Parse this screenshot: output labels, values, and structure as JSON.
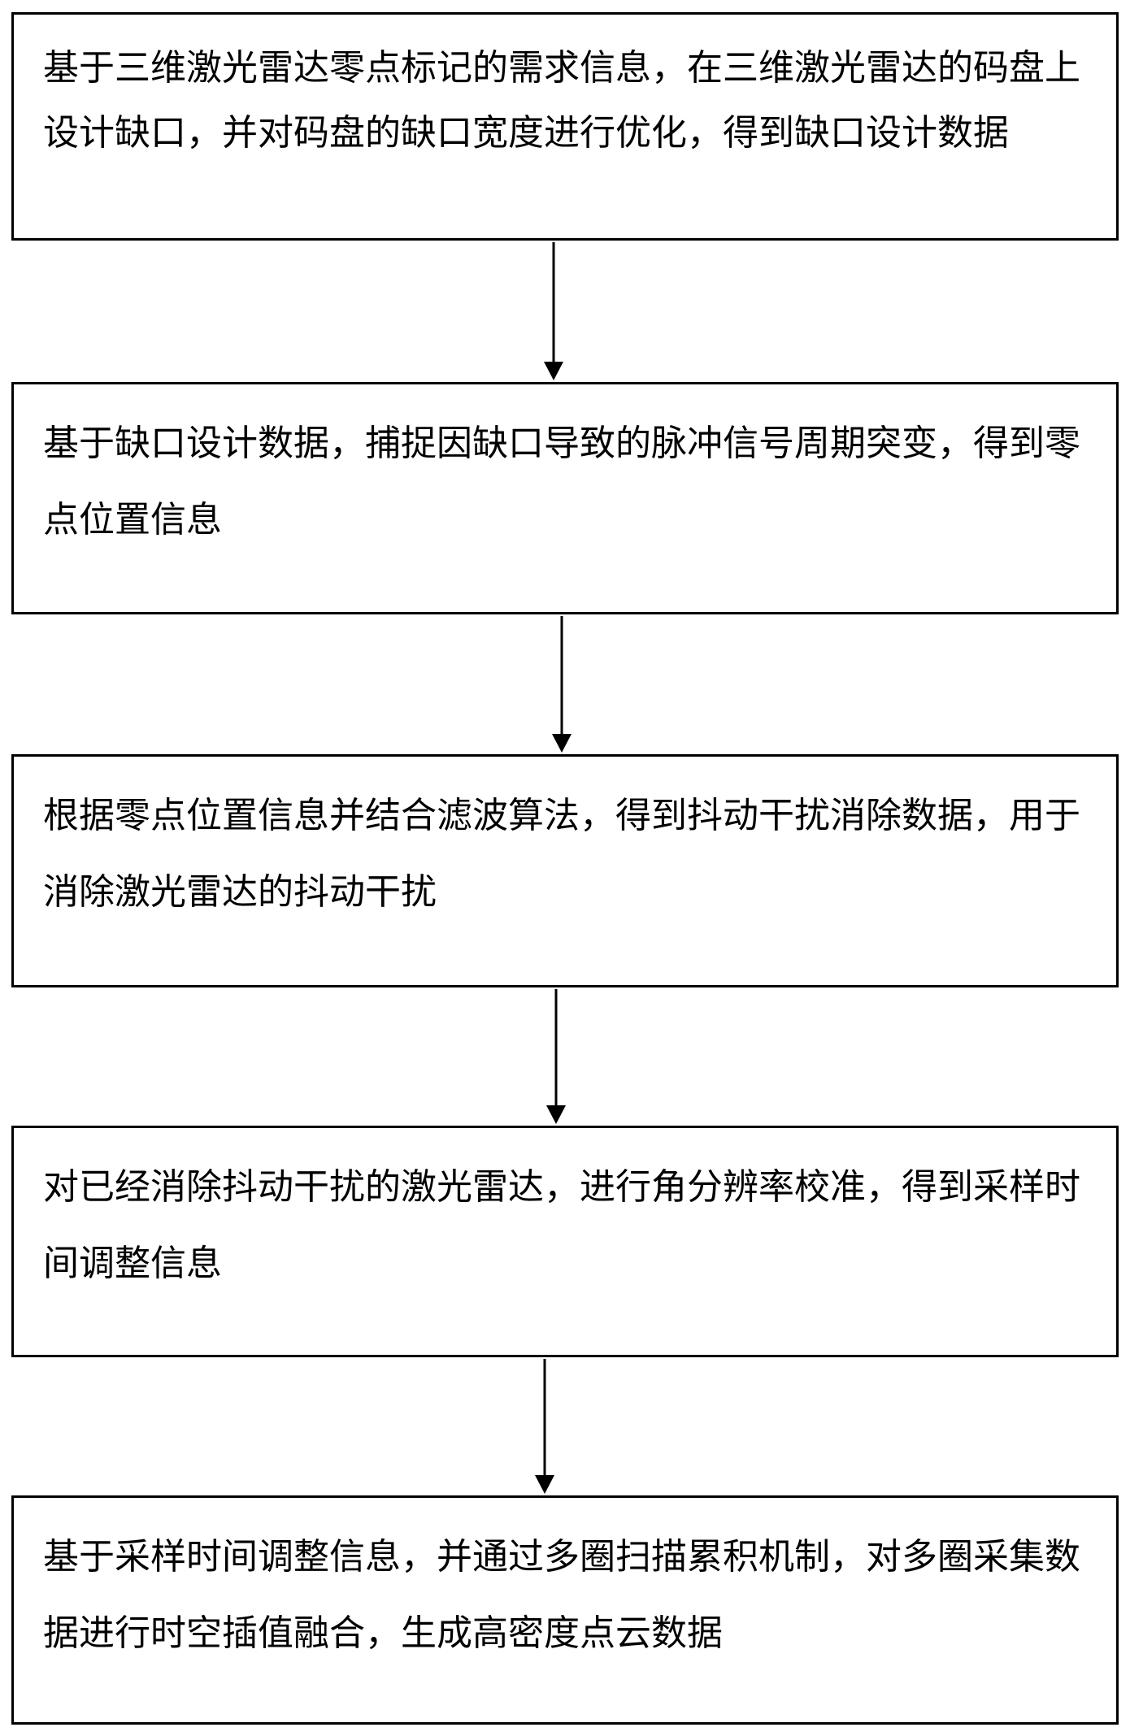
{
  "steps": [
    {
      "text": "基于三维激光雷达零点标记的需求信息，在三维激光雷达的码盘上设计缺口，并对码盘的缺口宽度进行优化，得到缺口设计数据"
    },
    {
      "text": "基于缺口设计数据，捕捉因缺口导致的脉冲信号周期突变，得到零点位置信息"
    },
    {
      "text": "根据零点位置信息并结合滤波算法，得到抖动干扰消除数据，用于消除激光雷达的抖动干扰"
    },
    {
      "text": "对已经消除抖动干扰的激光雷达，进行角分辨率校准，得到采样时间调整信息"
    },
    {
      "text": "基于采样时间调整信息，并通过多圈扫描累积机制，对多圈采集数据进行时空插值融合，生成高密度点云数据"
    }
  ],
  "colors": {
    "border": "#000000",
    "text": "#000000",
    "background": "#ffffff"
  }
}
